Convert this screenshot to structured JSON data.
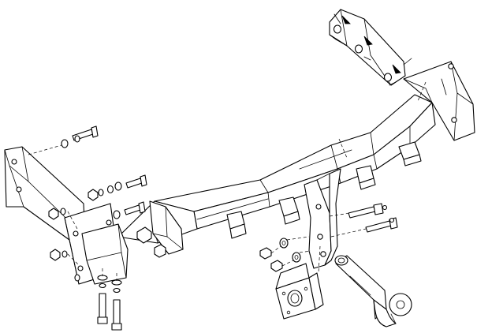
{
  "diagram": {
    "kind": "exploded assembly line drawing",
    "subject": "tow bar",
    "icons": [
      "cross-beam",
      "left-side-bracket",
      "right-side-bracket",
      "center-drop-plate",
      "detachable-tow-ball-neck",
      "electrical-socket-plate",
      "bolt",
      "nut",
      "washer"
    ],
    "colors": {
      "line": "#000000",
      "fill": "#ffffff",
      "shade": "#d8d8d8"
    }
  }
}
